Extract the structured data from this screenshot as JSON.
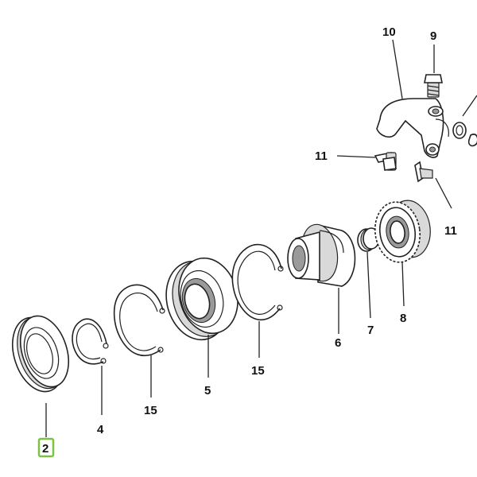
{
  "callouts": {
    "c2": "2",
    "c4": "4",
    "c5": "5",
    "c6": "6",
    "c7": "7",
    "c8": "8",
    "c9": "9",
    "c10": "10",
    "c11a": "11",
    "c11b": "11",
    "c15a": "15",
    "c15b": "15"
  },
  "highlight_color": "#7cc242"
}
